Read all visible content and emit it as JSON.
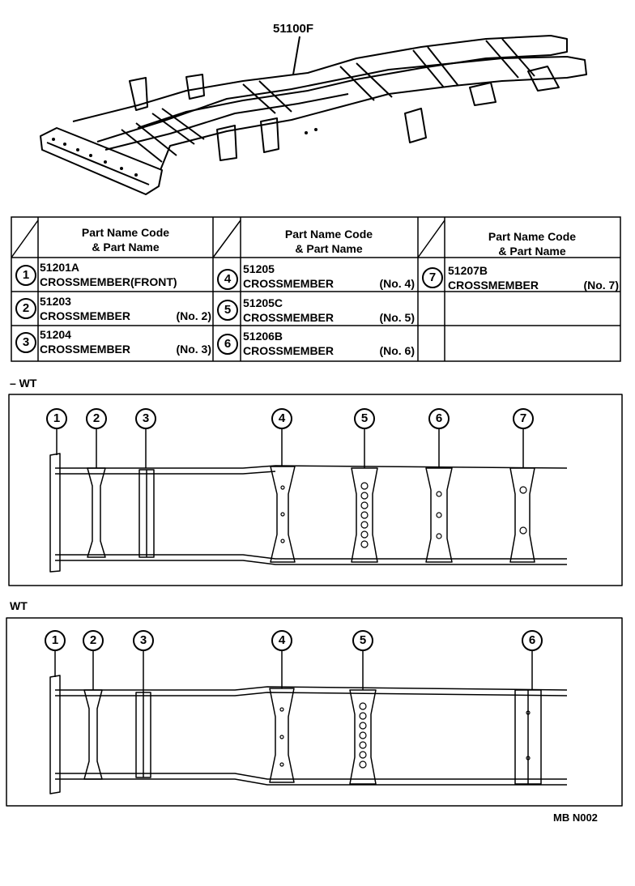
{
  "diagram": {
    "part_number": "51100F",
    "section_labels": [
      "– WT",
      "WT"
    ],
    "footer_code": "MB  N002"
  },
  "table": {
    "header_line1": "Part Name Code",
    "header_line2": "& Part Name",
    "parts": [
      {
        "num": "1",
        "code": "51201A",
        "name": "CROSSMEMBER(FRONT)",
        "suffix": ""
      },
      {
        "num": "2",
        "code": "51203",
        "name": "CROSSMEMBER",
        "suffix": "(No. 2)"
      },
      {
        "num": "3",
        "code": "51204",
        "name": "CROSSMEMBER",
        "suffix": "(No. 3)"
      },
      {
        "num": "4",
        "code": "51205",
        "name": "CROSSMEMBER",
        "suffix": "(No. 4)"
      },
      {
        "num": "5",
        "code": "51205C",
        "name": "CROSSMEMBER",
        "suffix": "(No. 5)"
      },
      {
        "num": "6",
        "code": "51206B",
        "name": "CROSSMEMBER",
        "suffix": "(No. 6)"
      },
      {
        "num": "7",
        "code": "51207B",
        "name": "CROSSMEMBER",
        "suffix": "(No. 7)"
      }
    ]
  },
  "panel_top_callouts": [
    "1",
    "2",
    "3",
    "4",
    "5",
    "6",
    "7"
  ],
  "panel_bottom_callouts": [
    "1",
    "2",
    "3",
    "4",
    "5",
    "6"
  ]
}
